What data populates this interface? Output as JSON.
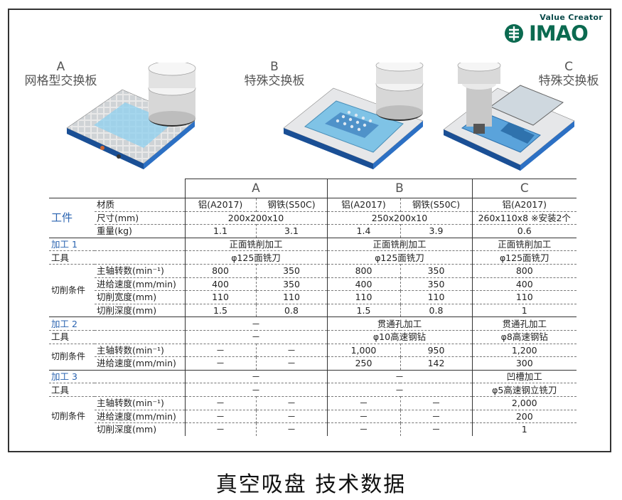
{
  "brand": {
    "tagline": "Value Creator",
    "name": "IMAO"
  },
  "products": [
    {
      "letter": "A",
      "name": "网格型交换板"
    },
    {
      "letter": "B",
      "name": "特殊交换板"
    },
    {
      "letter": "C",
      "name": "特殊交换板"
    }
  ],
  "table": {
    "col_headers": [
      "A",
      "B",
      "C"
    ],
    "workpiece": {
      "section": "工件",
      "material_label": "材质",
      "material": [
        "铝(A2017)",
        "钢铁(S50C)",
        "铝(A2017)",
        "钢铁(S50C)",
        "铝(A2017)"
      ],
      "size_label": "尺寸(mm)",
      "size": [
        "200x200x10",
        "250x200x10",
        "260x110x8 ※安装2个"
      ],
      "weight_label": "重量(kg)",
      "weight": [
        "1.1",
        "3.1",
        "1.4",
        "3.9",
        "0.6"
      ]
    },
    "process1": {
      "label": "加工 1",
      "process": [
        "正面铣削加工",
        "正面铣削加工",
        "正面铣削加工"
      ],
      "tool_label": "工具",
      "tool": [
        "φ125面铣刀",
        "φ125面铣刀",
        "φ125面铣刀"
      ],
      "cond_label": "切削条件",
      "speed_label": "主轴转数(min⁻¹)",
      "speed": [
        "800",
        "350",
        "800",
        "350",
        "800"
      ],
      "feed_label": "进给速度(mm/min)",
      "feed": [
        "400",
        "350",
        "400",
        "350",
        "400"
      ],
      "width_label": "切削宽度(mm)",
      "width": [
        "110",
        "110",
        "110",
        "110",
        "110"
      ],
      "depth_label": "切削深度(mm)",
      "depth": [
        "1.5",
        "0.8",
        "1.5",
        "0.8",
        "1"
      ]
    },
    "process2": {
      "label": "加工 2",
      "process": [
        "－",
        "贯通孔加工",
        "贯通孔加工"
      ],
      "tool_label": "工具",
      "tool": [
        "－",
        "φ10高速钢钻",
        "φ8高速钢钻"
      ],
      "cond_label": "切削条件",
      "speed_label": "主轴转数(min⁻¹)",
      "speed": [
        "－",
        "－",
        "1,000",
        "950",
        "1,200"
      ],
      "feed_label": "进给速度(mm/min)",
      "feed": [
        "－",
        "－",
        "250",
        "142",
        "300"
      ]
    },
    "process3": {
      "label": "加工 3",
      "process": [
        "－",
        "－",
        "凹槽加工"
      ],
      "tool_label": "工具",
      "tool": [
        "－",
        "－",
        "φ5高速钢立铣刀"
      ],
      "cond_label": "切削条件",
      "speed_label": "主轴转数(min⁻¹)",
      "speed": [
        "－",
        "－",
        "－",
        "－",
        "2,000"
      ],
      "feed_label": "进给速度(mm/min)",
      "feed": [
        "－",
        "－",
        "－",
        "－",
        "200"
      ],
      "depth_label": "切削深度(mm)",
      "depth": [
        "－",
        "－",
        "－",
        "－",
        "1"
      ]
    }
  },
  "caption": "真空吸盘  技术数据"
}
